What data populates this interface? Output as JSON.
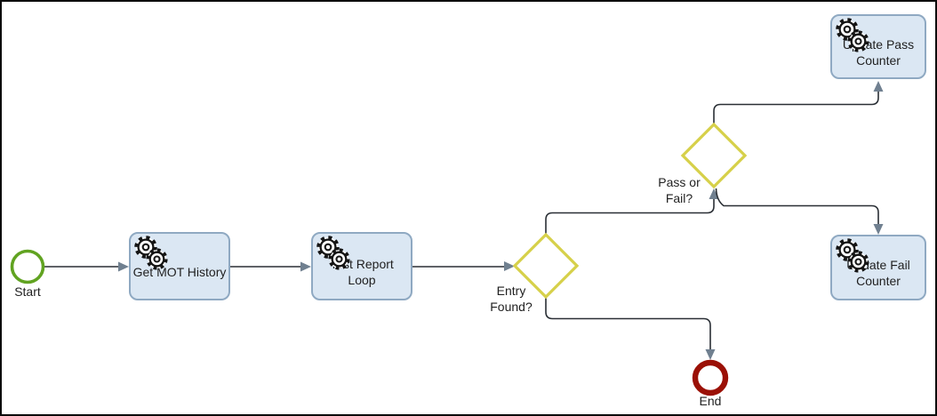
{
  "diagram": {
    "kind": "BPMN process diagram",
    "nodes": {
      "start": {
        "label": "Start",
        "type": "start-event"
      },
      "getMotHistory": {
        "label": "Get MOT History",
        "type": "service-task",
        "icon": "gears-icon"
      },
      "testReportLoop": {
        "label": "Test Report Loop",
        "type": "service-task",
        "icon": "gears-icon"
      },
      "entryFound": {
        "label": "Entry Found?",
        "type": "exclusive-gateway"
      },
      "passOrFail": {
        "label": "Pass or Fail?",
        "type": "exclusive-gateway"
      },
      "updatePassCounter": {
        "label": "Update Pass Counter",
        "type": "service-task",
        "icon": "gears-icon"
      },
      "updateFailCounter": {
        "label": "Update Fail Counter",
        "type": "service-task",
        "icon": "gears-icon"
      },
      "end": {
        "label": "End",
        "type": "end-event"
      }
    },
    "flows": [
      {
        "from": "Start",
        "to": "Get MOT History"
      },
      {
        "from": "Get MOT History",
        "to": "Test Report Loop"
      },
      {
        "from": "Test Report Loop",
        "to": "Entry Found?"
      },
      {
        "from": "Entry Found?",
        "to": "Pass or Fail?"
      },
      {
        "from": "Entry Found?",
        "to": "End"
      },
      {
        "from": "Pass or Fail?",
        "to": "Update Pass Counter"
      },
      {
        "from": "Pass or Fail?",
        "to": "Update Fail Counter"
      }
    ],
    "colors": {
      "background": "#ffffff",
      "canvas_border": "#0a0a0a",
      "task_fill": "#dbe7f3",
      "task_border": "#8fa9c2",
      "gateway_stroke": "#d6d049",
      "start_stroke": "#61a321",
      "end_stroke": "#9b1006",
      "flow_line": "#2a2f35",
      "arrowhead": "#708090",
      "icon_stroke": "#151515",
      "text": "#1f1f1f"
    }
  }
}
